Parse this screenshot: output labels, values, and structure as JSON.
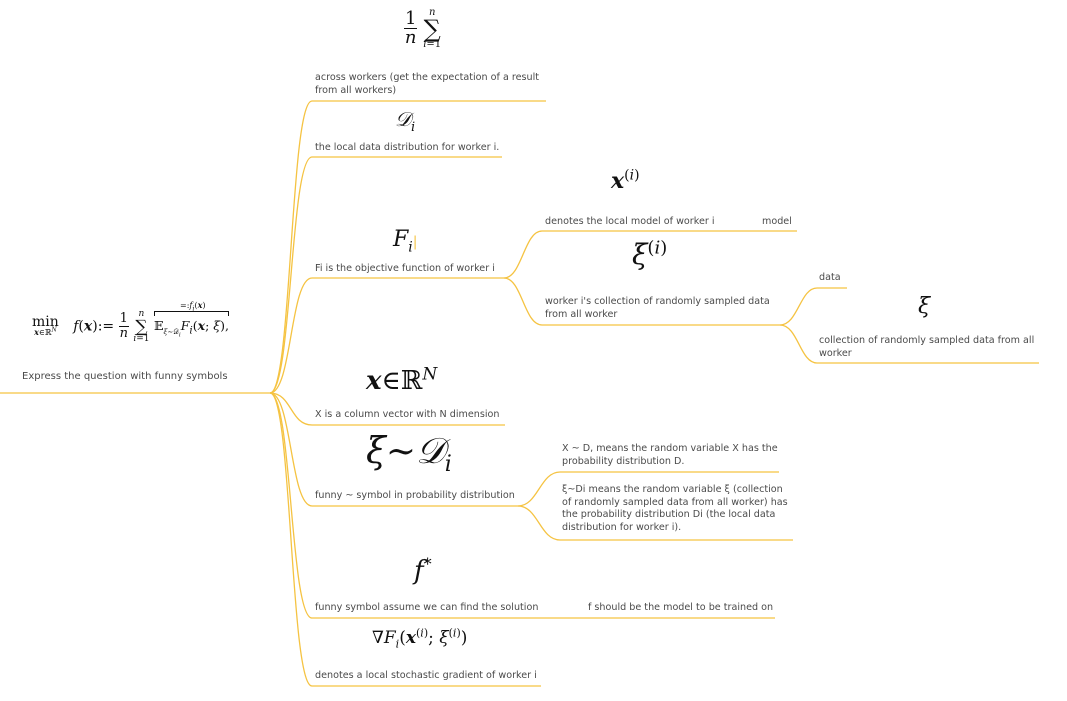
{
  "root": {
    "label": "Express the question with funny symbols",
    "formula": "min_{x∈ℝ^N} f(x) := (1/n) Σ_{i=1}^{n} E_{ξ∼D_i} F_i(x; ξ) =: f_i(x)"
  },
  "nodes": [
    {
      "id": "sum",
      "formula": "(1/n) Σ_{i=1}^{n}",
      "label": "across workers (get the expectation of a result from all workers)"
    },
    {
      "id": "di",
      "formula": "D_i",
      "label": "the local data distribution for worker i."
    },
    {
      "id": "fi",
      "formula": "F_i",
      "label": "Fi is the objective function of worker i",
      "children": [
        {
          "id": "xi",
          "formula": "x^(i)",
          "label": "denotes the local model of worker i",
          "children": [
            {
              "label": "model"
            }
          ]
        },
        {
          "id": "ksi-i",
          "formula": "ξ^(i)",
          "label": "worker i's collection of randomly sampled data from all worker",
          "children": [
            {
              "label": "data"
            },
            {
              "formula": "ξ",
              "label": "collection of randomly sampled data from all worker"
            }
          ]
        }
      ]
    },
    {
      "id": "xrn",
      "formula": "x∈ℝ^N",
      "label": "X is a column vector with N dimension"
    },
    {
      "id": "ksi-d",
      "formula": "ξ∼D_i",
      "label": "funny ~ symbol in probability distribution",
      "children": [
        {
          "label": "X ~ D, means the random variable X has the probability distribution D."
        },
        {
          "label": "ξ~Di means the random variable ξ (collection of randomly sampled data from all worker) has the probability distribution Di (the local data distribution for worker i)."
        }
      ]
    },
    {
      "id": "fstar",
      "formula": "f*",
      "label": "funny symbol assume we can find the solution",
      "children": [
        {
          "label": "f should be the model to be trained on"
        }
      ]
    },
    {
      "id": "grad",
      "formula": "∇F_i(x^(i); ξ^(i))",
      "label": "denotes a local stochastic gradient of worker i"
    }
  ],
  "colors": {
    "branch": "#f5c342",
    "text": "#4a4a4a",
    "math": "#111111"
  }
}
